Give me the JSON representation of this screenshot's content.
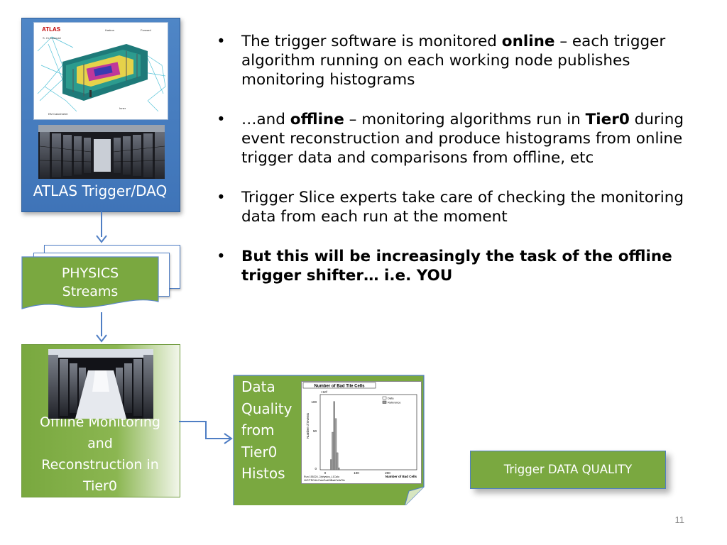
{
  "flow": {
    "trigger_daq_label": "ATLAS Trigger/DAQ",
    "atlas_logo_text": "ATLAS",
    "physics_line1": "PHYSICS",
    "physics_line2": "Streams",
    "offline_lines": [
      "Offline Monitoring",
      "and",
      "Reconstruction in",
      "Tier0"
    ]
  },
  "bullets": [
    {
      "parts": [
        {
          "t": "The trigger software is monitored ",
          "b": false
        },
        {
          "t": "online",
          "b": true
        },
        {
          "t": " – each trigger algorithm running on each working node publishes monitoring histograms",
          "b": false
        }
      ]
    },
    {
      "parts": [
        {
          "t": "…and ",
          "b": false
        },
        {
          "t": "offline",
          "b": true
        },
        {
          "t": " – monitoring algorithms run in ",
          "b": false
        },
        {
          "t": "Tier0",
          "b": true
        },
        {
          "t": " during event reconstruction and produce histograms from online trigger data and comparisons from offline, etc",
          "b": false
        }
      ]
    },
    {
      "parts": [
        {
          "t": "Trigger Slice experts take care of checking the monitoring data from each run at the moment",
          "b": false
        }
      ]
    },
    {
      "parts": [
        {
          "t": "But this will be increasingly the task of the offline trigger shifter… i.e. YOU",
          "b": true
        }
      ]
    }
  ],
  "dq_card": {
    "lines": [
      "Data",
      "Quality",
      "from",
      "Tier0",
      "Histos"
    ]
  },
  "histogram": {
    "title": "Number of Bad Tile Cells",
    "ylabel": "Number of Events",
    "xlabel": "Number of Bad Cells",
    "exponent": "×10³",
    "legend_data": "Data",
    "legend_ref": "Reference",
    "footer1": "Run 155224, 2/physics_L1Calo",
    "footer2": "HLT/TRCAL/CaloTool/NBadCellsTile",
    "x_ticks": [
      "0",
      "100",
      "200"
    ],
    "y_ticks": [
      "100",
      "50",
      "0"
    ]
  },
  "chart_data": {
    "type": "bar",
    "title": "Number of Bad Tile Cells",
    "xlabel": "Number of Bad Cells",
    "ylabel": "Number of Events",
    "xlim": [
      -30,
      280
    ],
    "ylim": [
      0,
      110
    ],
    "y_scale_factor": "×10³",
    "categories": [
      "5",
      "10",
      "15",
      "20",
      "25",
      "30"
    ],
    "values": [
      15,
      55,
      100,
      75,
      25,
      3
    ],
    "legend": [
      "Data",
      "Reference"
    ]
  },
  "trigger_dq_label": "Trigger DATA QUALITY",
  "page_number": "11",
  "colors": {
    "blue_box": "#4f86c6",
    "green_box": "#7aa840",
    "arrow": "#4f7ec4"
  }
}
